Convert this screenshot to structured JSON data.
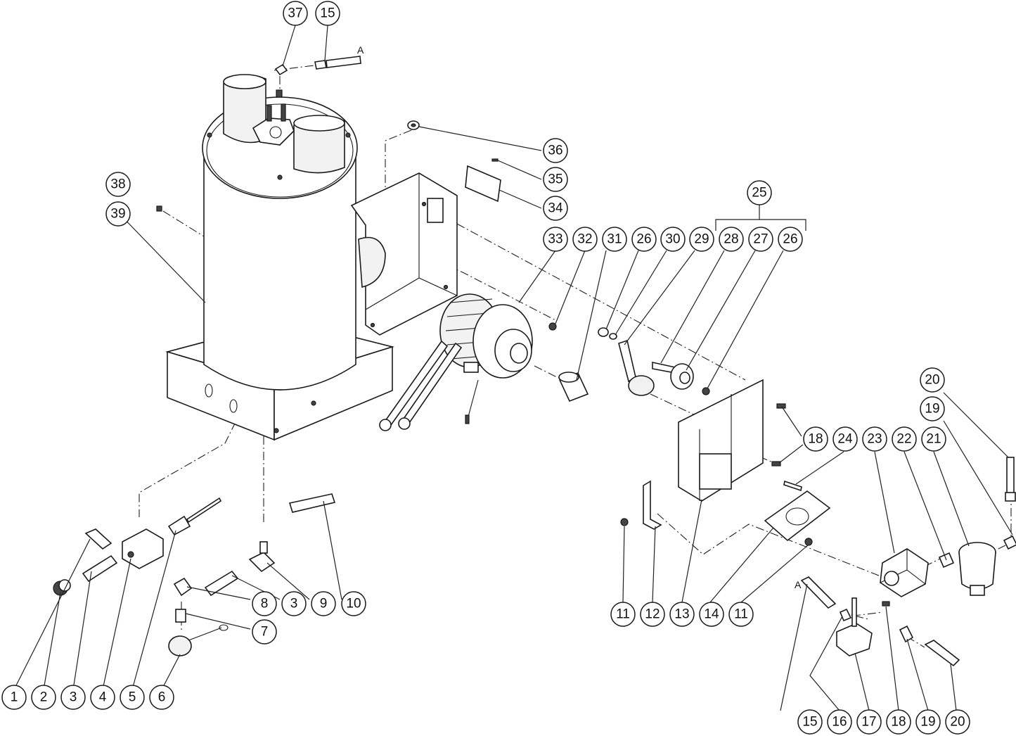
{
  "diagram": {
    "callouts": [
      {
        "label": "37"
      },
      {
        "label": "15"
      },
      {
        "label": "36"
      },
      {
        "label": "35"
      },
      {
        "label": "34"
      },
      {
        "label": "38"
      },
      {
        "label": "39"
      },
      {
        "label": "25"
      },
      {
        "label": "33"
      },
      {
        "label": "32"
      },
      {
        "label": "31"
      },
      {
        "label": "26"
      },
      {
        "label": "30"
      },
      {
        "label": "29"
      },
      {
        "label": "28"
      },
      {
        "label": "27"
      },
      {
        "label": "26"
      },
      {
        "label": "20"
      },
      {
        "label": "19"
      },
      {
        "label": "18"
      },
      {
        "label": "24"
      },
      {
        "label": "23"
      },
      {
        "label": "22"
      },
      {
        "label": "21"
      },
      {
        "label": "8"
      },
      {
        "label": "3"
      },
      {
        "label": "9"
      },
      {
        "label": "10"
      },
      {
        "label": "7"
      },
      {
        "label": "1"
      },
      {
        "label": "2"
      },
      {
        "label": "3"
      },
      {
        "label": "4"
      },
      {
        "label": "5"
      },
      {
        "label": "6"
      },
      {
        "label": "11"
      },
      {
        "label": "12"
      },
      {
        "label": "13"
      },
      {
        "label": "14"
      },
      {
        "label": "11"
      },
      {
        "label": "15"
      },
      {
        "label": "16"
      },
      {
        "label": "17"
      },
      {
        "label": "18"
      },
      {
        "label": "19"
      },
      {
        "label": "20"
      }
    ],
    "reference_marks": [
      {
        "label": "A"
      },
      {
        "label": "A"
      }
    ]
  }
}
